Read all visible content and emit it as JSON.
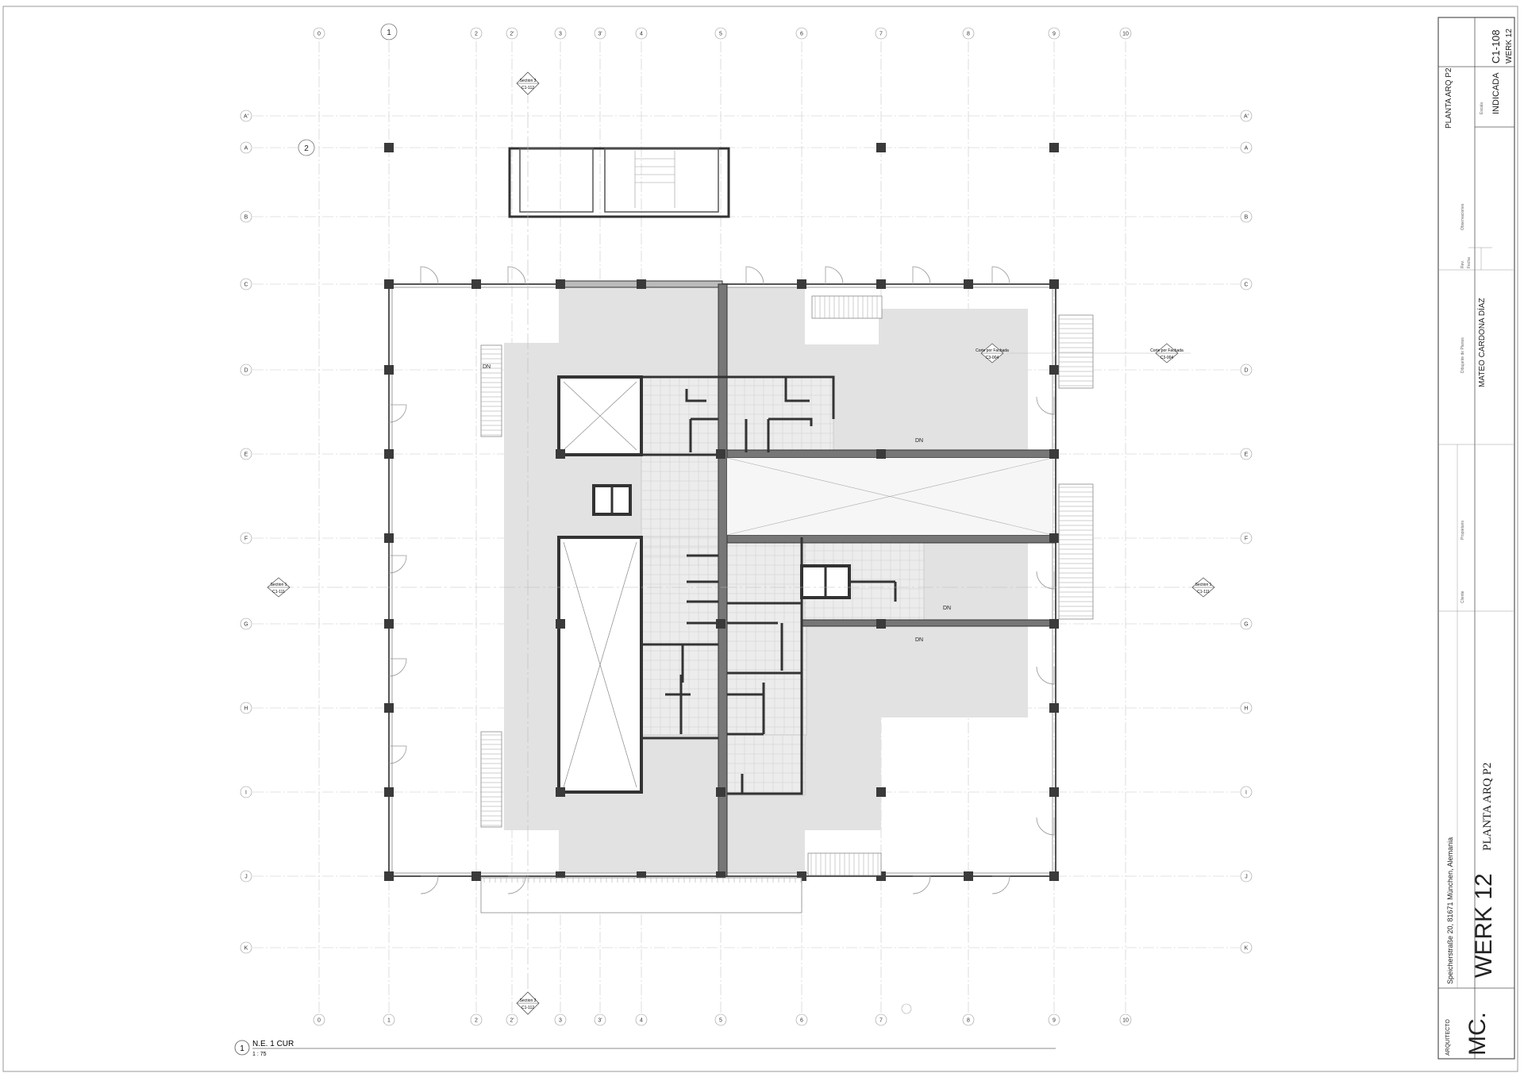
{
  "grid": {
    "columns": [
      "0",
      "1",
      "2",
      "2'",
      "3",
      "3'",
      "4",
      "5",
      "6",
      "7",
      "8",
      "9",
      "10"
    ],
    "rows": [
      "A'",
      "A",
      "B",
      "C",
      "D",
      "E",
      "F",
      "G",
      "H",
      "I",
      "J",
      "K"
    ],
    "bubble_2": "2"
  },
  "annotations": {
    "section1_left": {
      "title": "Section 1",
      "ref": "C1-111"
    },
    "section1_right": {
      "title": "Section 1",
      "ref": "C1-111"
    },
    "section3_top": {
      "title": "Section 3",
      "ref": "C1-112"
    },
    "section3_bottom": {
      "title": "Section 3",
      "ref": "C1-112"
    },
    "facade_left": {
      "title": "Corte por Fachada",
      "ref": "C3-004"
    },
    "facade_right": {
      "title": "Corte por Fachada",
      "ref": "C3-004"
    },
    "dn_labels": [
      "DN",
      "DN",
      "DN",
      "DN"
    ]
  },
  "view_title": {
    "number": "1",
    "name": "N.E. 1 CUR",
    "scale": "1 : 75"
  },
  "title_block": {
    "sheet_number": "C1-108",
    "project_short": "WERK 12",
    "sheet_name": "PLANTA ARQ P2",
    "scale_label": "Escala",
    "scale_value": "INDICADA",
    "author": "MATEO CARDONA DÍAZ",
    "address": "Speicherstraße 20, 81671 München, Alemania",
    "project_name": "WERK 12",
    "drawing_title": "PLANTA ARQ P2",
    "logo": "MC.",
    "logo_sub": "ARQUITECTO",
    "small_fields": [
      "Cliente",
      "Propietario",
      "Dibujante de Planos",
      "Observaciones",
      "Rev.",
      "Fecha"
    ]
  }
}
